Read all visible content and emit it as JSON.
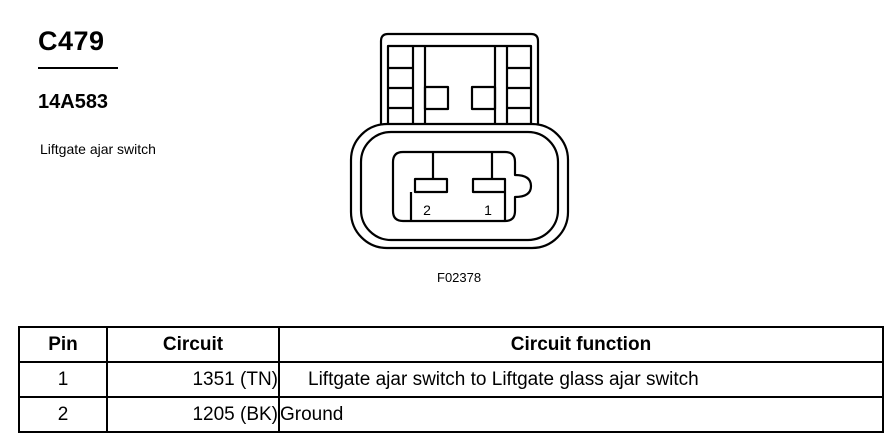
{
  "header": {
    "connector_id": "C479",
    "part_number": "14A583",
    "description": "Liftgate ajar switch"
  },
  "diagram": {
    "pin_labels": [
      "2",
      "1"
    ],
    "figure_code": "F02378"
  },
  "table": {
    "headers": {
      "pin": "Pin",
      "circuit": "Circuit",
      "function": "Circuit function"
    },
    "rows": [
      {
        "pin": "1",
        "circuit": "1351 (TN)",
        "function": "Liftgate ajar switch to Liftgate glass ajar switch"
      },
      {
        "pin": "2",
        "circuit": "1205 (BK)",
        "function": "Ground"
      }
    ]
  }
}
